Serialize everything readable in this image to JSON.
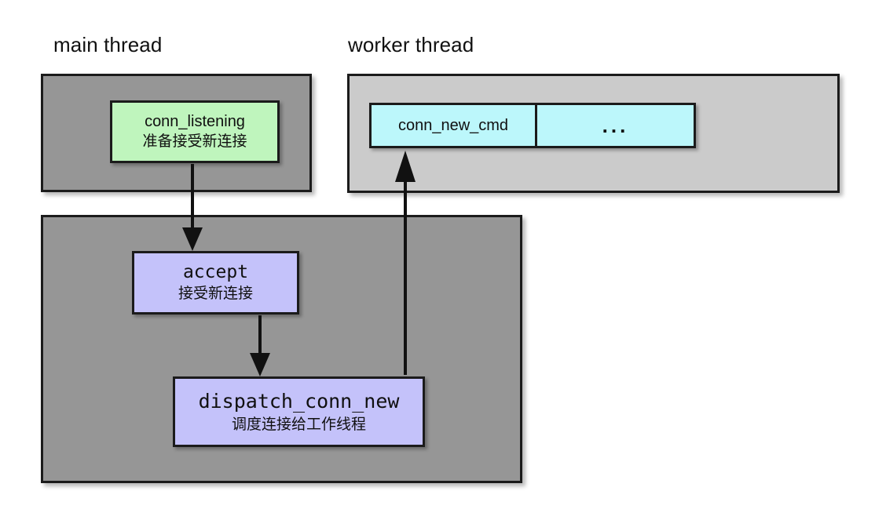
{
  "diagram": {
    "columns": {
      "main_thread_title": "main thread",
      "worker_thread_title": "worker thread"
    },
    "nodes": {
      "conn_listening": {
        "name_en": "conn_listening",
        "name_zh": "准备接受新连接",
        "color": "#bff5bd"
      },
      "accept": {
        "name_en": "accept",
        "name_zh": "接受新连接",
        "color": "#c4c2fa"
      },
      "dispatch_conn_new": {
        "name_en": "dispatch_conn_new",
        "name_zh": "调度连接给工作线程",
        "color": "#c4c2fa"
      }
    },
    "queue": {
      "cells": [
        {
          "label": "conn_new_cmd"
        },
        {
          "label": "..."
        }
      ],
      "color": "#bcf7fb"
    },
    "panels": {
      "main_top_color": "#969696",
      "main_bottom_color": "#969696",
      "worker_color": "#cbcbcb"
    },
    "arrows": [
      {
        "id": "listening-to-accept",
        "from": "conn_listening",
        "to": "accept",
        "direction": "down"
      },
      {
        "id": "accept-to-dispatch",
        "from": "accept",
        "to": "dispatch_conn_new",
        "direction": "down"
      },
      {
        "id": "dispatch-to-queue",
        "from": "dispatch_conn_new",
        "to": "queue",
        "direction": "up"
      }
    ]
  }
}
